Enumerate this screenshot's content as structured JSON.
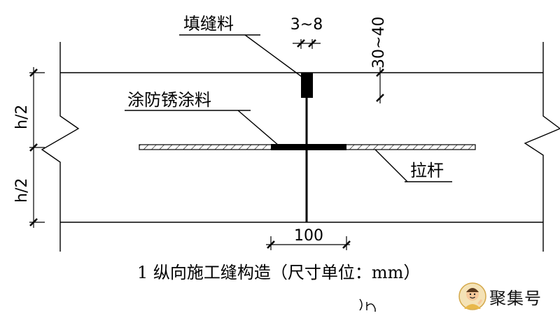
{
  "labels": {
    "filler": "填缝料",
    "anti_rust": "涂防锈涂料",
    "tie_bar": "拉杆"
  },
  "dimensions": {
    "gap_width": "3~8",
    "filler_depth": "30~40",
    "half_depth_top": "h/2",
    "half_depth_bottom": "h/2",
    "coated_length": "100"
  },
  "caption": "1  纵向施工缝构造（尺寸单位：mm）",
  "watermark": {
    "text": "聚集号",
    "icon": "smiling-avatar-icon"
  },
  "colors": {
    "line": "#000000",
    "background": "#ffffff",
    "watermark_badge": "#e8b84a"
  }
}
